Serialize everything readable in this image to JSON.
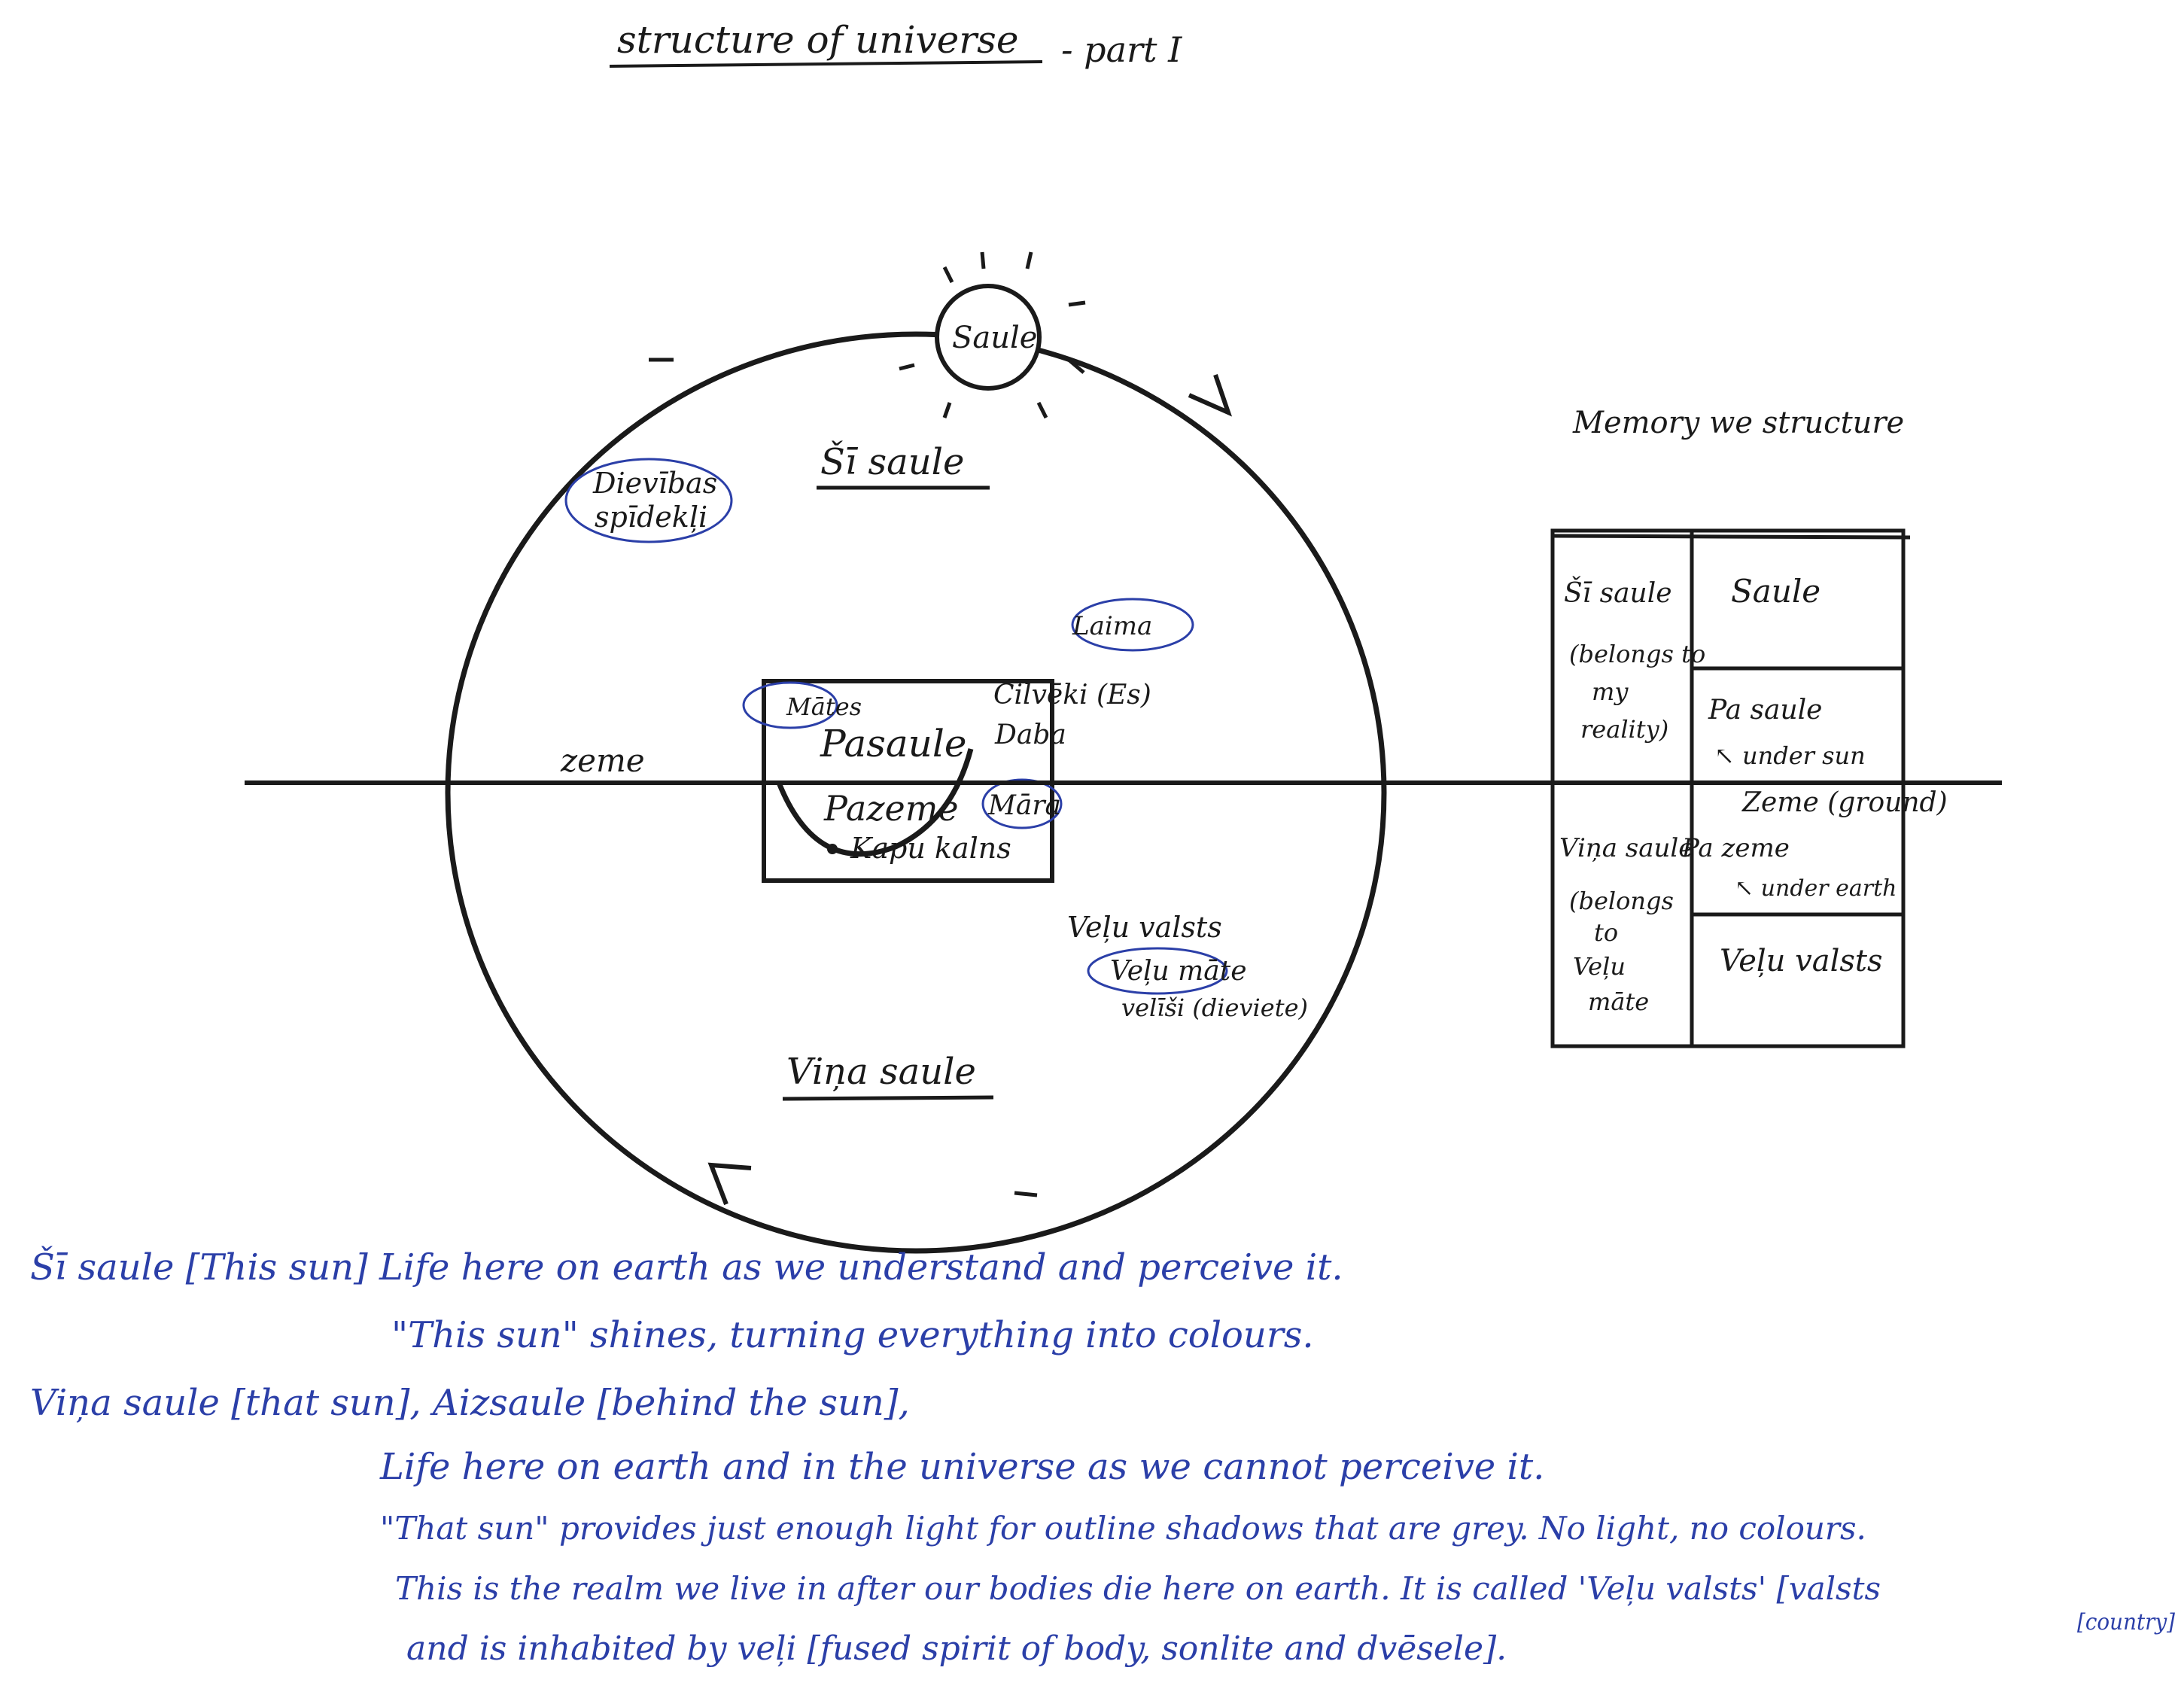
{
  "title": "structure of universe",
  "title_suffix": "- part I",
  "labels": {
    "sun": "Saule",
    "this_sun": "Šī saule",
    "that_sun": "Viņa saule",
    "zeme": "zeme",
    "dievibas_1": "Dievības",
    "dievibas_2": "spīdekļi",
    "laima": "Laima",
    "mates": "Mātes",
    "cilveki": "Cilvēki (Es)",
    "daba": "Daba",
    "pasaule": "Pasaule",
    "pazeme": "Pazeme",
    "mara": "Māra",
    "kapu_kalns": "Kapu kalns",
    "velu_valsts": "Veļu valsts",
    "velu_mate": "Veļu māte",
    "velisi": "velīši (dieviete)"
  },
  "memory_structure": {
    "title": "Memory we structure",
    "left_top": [
      "Šī saule",
      "(belongs to",
      "my",
      "reality)"
    ],
    "left_bottom": [
      "Viņa saule",
      "(belongs",
      "to",
      "Veļu",
      "māte"
    ],
    "right_saule": "Saule",
    "right_pasaule": [
      "Pa saule",
      "↖ under sun"
    ],
    "zeme_ground": "Zeme (ground)",
    "right_pazeme": [
      "Pa zeme",
      "↖ under earth"
    ],
    "right_velu": "Veļu valsts"
  },
  "notes": [
    "Šī saule [This sun] Life here on earth as we understand and perceive it.",
    "\"This sun\" shines, turning everything into colours.",
    "Viņa saule [that sun], Aizsaule [behind the sun],",
    "Life here on earth and in the universe as we cannot perceive it.",
    "\"That sun\" provides just enough light for outline shadows that are grey. No light, no colours.",
    "This is the realm we live in after our bodies die here on earth. It is called 'Veļu valsts' [valsts",
    "and is inhabited by veļi [fused spirit of body, sonlite and dvēsele].",
    "[country]"
  ],
  "colors": {
    "ink": "#1a1a1a",
    "blue": "#2b3fa8"
  }
}
